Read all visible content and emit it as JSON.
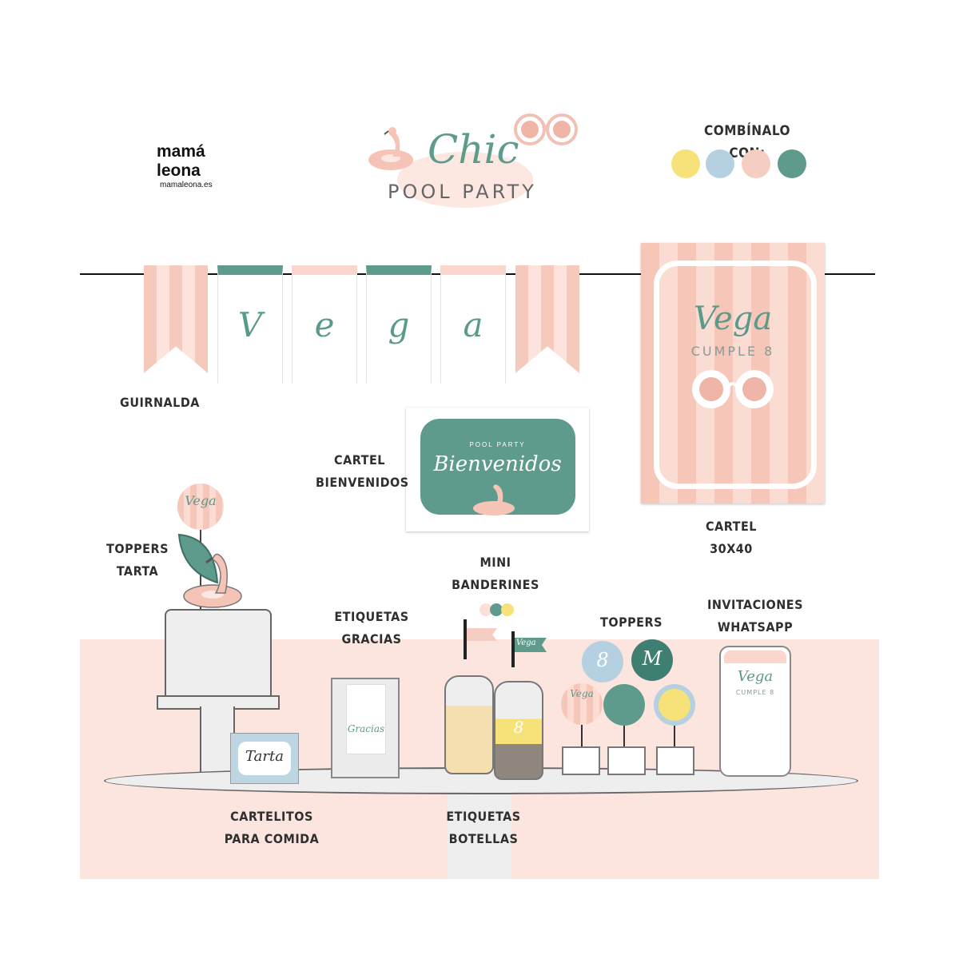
{
  "brand": {
    "line1": "mamá",
    "line2": "leona",
    "url": "mamaleona.es"
  },
  "title": {
    "script": "Chic",
    "sub": "POOL PARTY"
  },
  "combine": {
    "label": "COMBÍNALO CON:",
    "colors": [
      "#f7e27a",
      "#b5d1e1",
      "#f6cdc2",
      "#5e9b8c"
    ]
  },
  "garland": {
    "letters": [
      "V",
      "e",
      "g",
      "a"
    ],
    "label": "GUIRNALDA"
  },
  "poster": {
    "name": "Vega",
    "sub": "CUMPLE 8",
    "label": "CARTEL 30X40"
  },
  "welcome": {
    "top": "POOL PARTY",
    "word": "Bienvenidos",
    "label_line1": "CARTEL",
    "label_line2": "BIENVENIDOS"
  },
  "cake_toppers": {
    "name": "Vega",
    "label_line1": "TOPPERS",
    "label_line2": "TARTA"
  },
  "thanks_tags": {
    "word": "Gracias",
    "label_line1": "ETIQUETAS",
    "label_line2": "GRACIAS"
  },
  "mini_flags": {
    "label_line1": "MINI",
    "label_line2": "BANDERINES",
    "flag_text": "Vega"
  },
  "bottles": {
    "label": "ETIQUETAS BOTELLAS",
    "number": "8"
  },
  "food_cards": {
    "word": "Tarta",
    "label_line1": "CARTELITOS",
    "label_line2": "PARA COMIDA"
  },
  "toppers": {
    "label": "TOPPERS",
    "items": [
      "8",
      "M",
      "Vega"
    ]
  },
  "invites": {
    "name": "Vega",
    "sub": "CUMPLE 8",
    "label_line1": "INVITACIONES",
    "label_line2": "WHATSAPP"
  }
}
